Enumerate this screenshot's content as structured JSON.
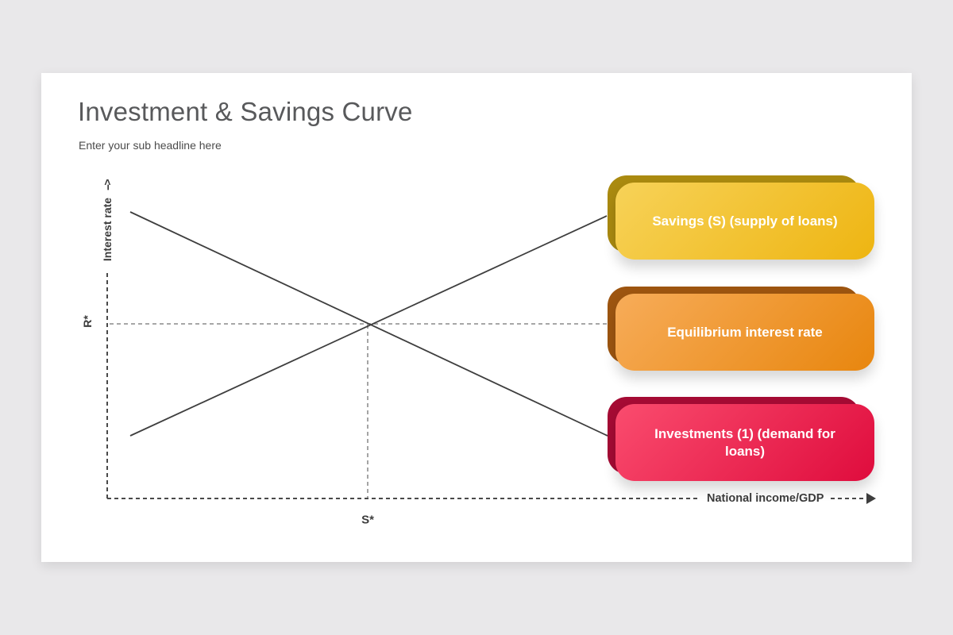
{
  "slide": {
    "title": "Investment & Savings Curve",
    "subtitle": "Enter your sub headline here"
  },
  "diagram": {
    "y_axis": {
      "label": "Interest rate",
      "arrow": "-->"
    },
    "x_axis": {
      "label": "National income/GDP"
    },
    "equilibrium_rate_label": "R*",
    "equilibrium_quantity_label": "S*",
    "lines": {
      "savings_line": "upward sloping supply of loans",
      "investment_line": "downward sloping demand for loans",
      "equilibrium_guides": "dashed lines crossing at equilibrium"
    },
    "colors": {
      "solid_line": "#3e3e3e",
      "axis_dash": "#4a4a4a",
      "guide_dash": "#9b9b9b",
      "label_text": "#3c3c3c"
    }
  },
  "callouts": [
    {
      "id": "savings",
      "label": "Savings (S) (supply of loans)",
      "gradient_from": "#f7d258",
      "gradient_to": "#eeb512",
      "back": "#aa8a10"
    },
    {
      "id": "equilibrium",
      "label": "Equilibrium interest rate",
      "gradient_from": "#f7ac59",
      "gradient_to": "#e8860e",
      "back": "#9d5510"
    },
    {
      "id": "investments",
      "label": "Investments (1) (demand for loans)",
      "gradient_from": "#fa4c6e",
      "gradient_to": "#df0c3d",
      "back": "#a50b34"
    }
  ]
}
